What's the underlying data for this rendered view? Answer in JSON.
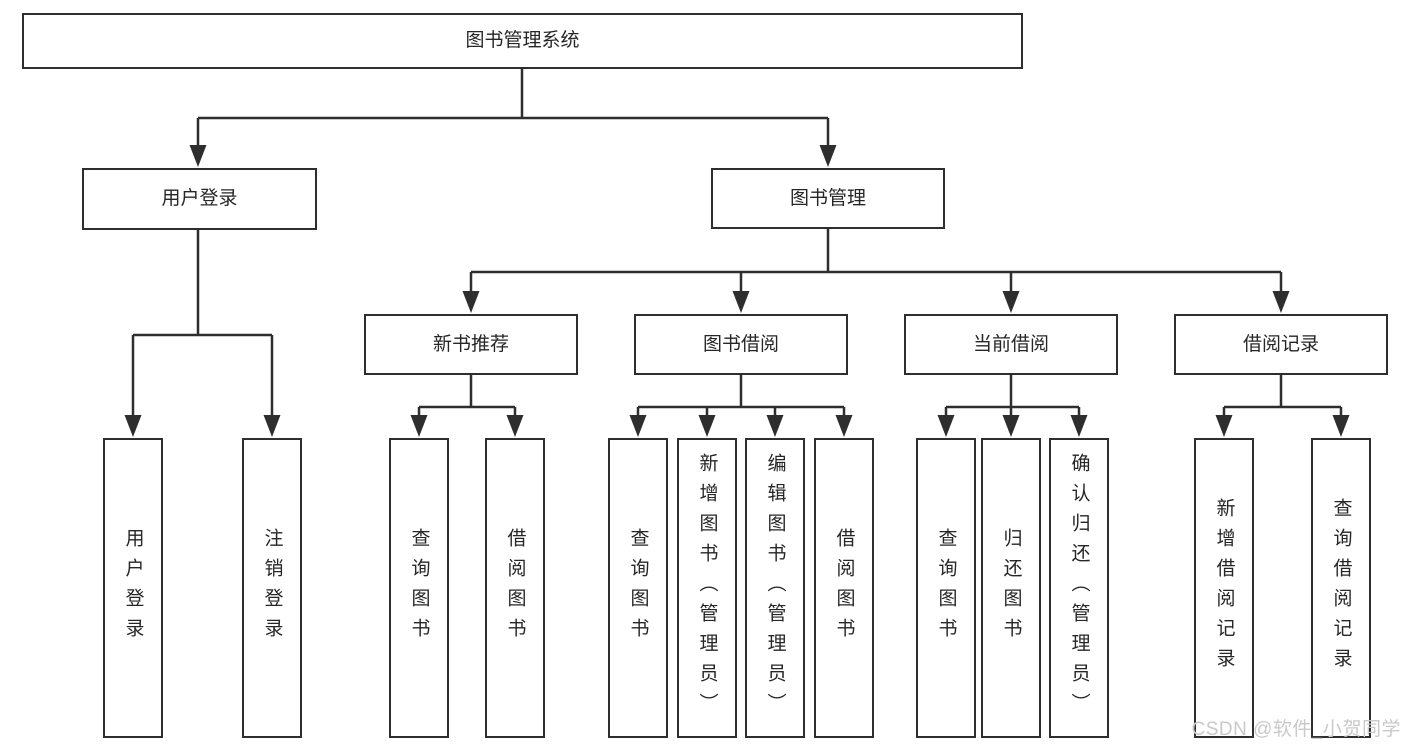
{
  "tree": {
    "root": {
      "label": "图书管理系统"
    },
    "branches": [
      {
        "label": "用户登录",
        "leaves": [
          "用户登录",
          "注销登录"
        ]
      },
      {
        "label": "图书管理",
        "groups": [
          {
            "label": "新书推荐",
            "leaves": [
              "查询图书",
              "借阅图书"
            ]
          },
          {
            "label": "图书借阅",
            "leaves": [
              "查询图书",
              "新增图书（管理员）",
              "编辑图书（管理员）",
              "借阅图书"
            ]
          },
          {
            "label": "当前借阅",
            "leaves": [
              "查询图书",
              "归还图书",
              "确认归还（管理员）"
            ]
          },
          {
            "label": "借阅记录",
            "leaves": [
              "新增借阅记录",
              "查询借阅记录"
            ]
          }
        ]
      }
    ]
  },
  "watermark": "CSDN @软件_小贺同学",
  "colors": {
    "line": "#2e2e2e",
    "text": "#262626",
    "background": "#ffffff",
    "watermark": "#c9c9c9"
  }
}
